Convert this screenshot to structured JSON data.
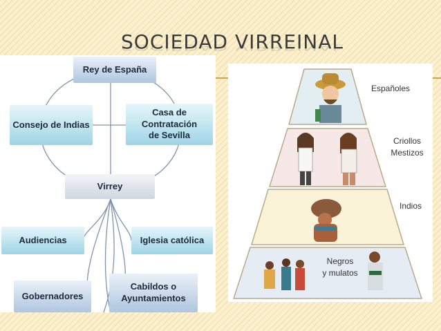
{
  "title": "SOCIEDAD VIRREINAL",
  "org_chart": {
    "rey": "Rey de España",
    "consejo": "Consejo de Indias",
    "casa_line1": "Casa de Contratación",
    "casa_line2": "de Sevilla",
    "virrey": "Virrey",
    "audiencias": "Audiencias",
    "iglesia": "Iglesia católica",
    "gobernadores": "Gobernadores",
    "cabildos_line1": "Cabildos o",
    "cabildos_line2": "Ayuntamientos"
  },
  "pyramid": {
    "level1": "Españoles",
    "level2_line1": "Criollos",
    "level2_line2": "Mestizos",
    "level3": "Indios",
    "level4_line1": "Negros",
    "level4_line2": "y mulatos"
  },
  "colors": {
    "background": "#fbf1cf",
    "accent": "#c9a648",
    "node_blue": "#c9d9ea",
    "node_cyan": "#bfe4ef"
  }
}
